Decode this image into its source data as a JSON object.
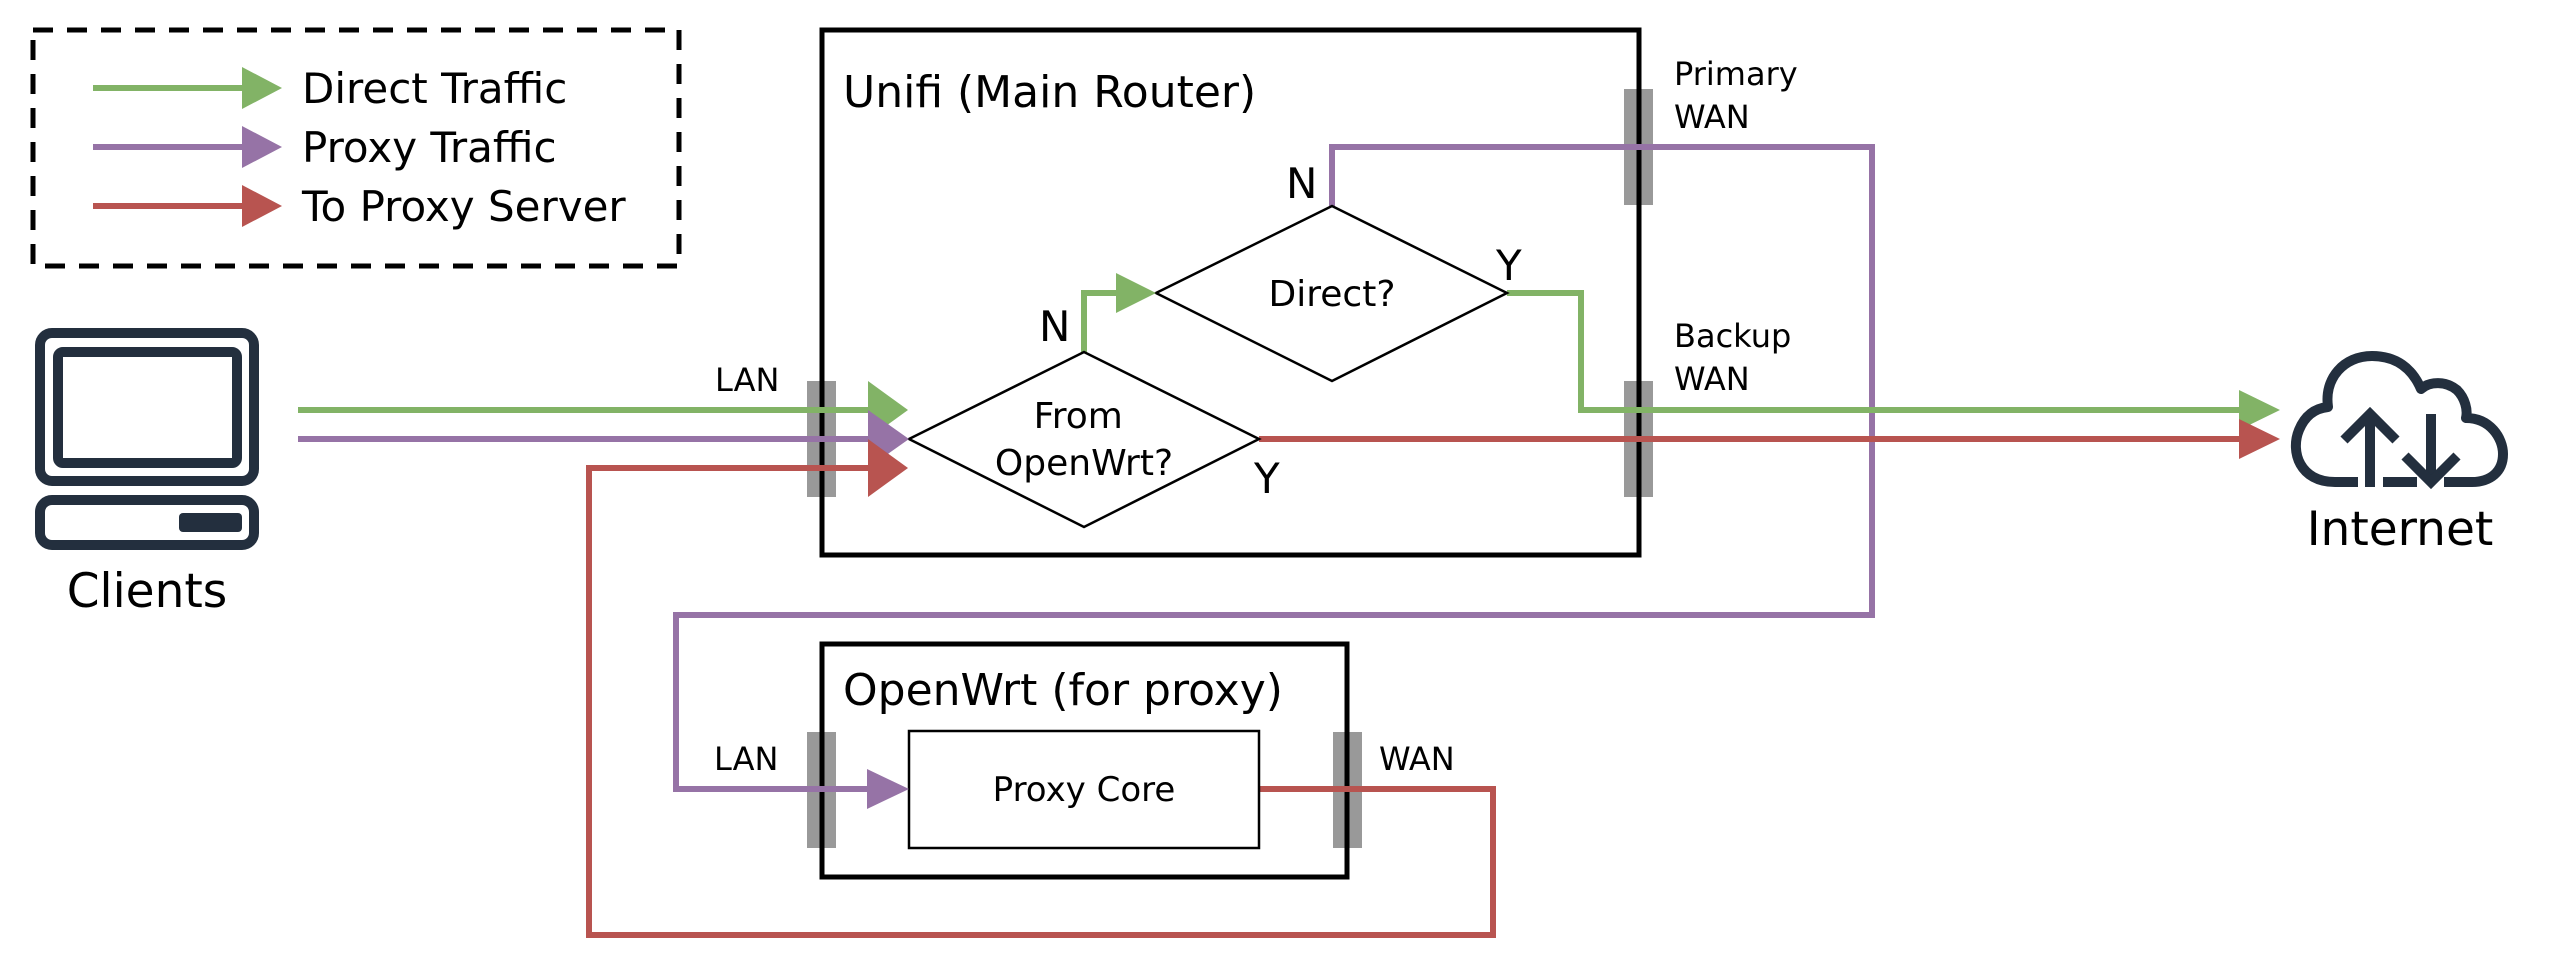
{
  "colors": {
    "direct": "#82B366",
    "proxy": "#9673A6",
    "to_proxy_server": "#B85450",
    "port": "#999999",
    "icon": "#232F3E",
    "line": "#000000"
  },
  "legend": {
    "items": [
      {
        "key": "direct",
        "label": "Direct Traffic"
      },
      {
        "key": "proxy",
        "label": "Proxy Traffic"
      },
      {
        "key": "to_proxy_server",
        "label": "To Proxy Server"
      }
    ]
  },
  "nodes": {
    "clients": {
      "label": "Clients",
      "icon": "desktop-computer-icon"
    },
    "internet": {
      "label": "Internet",
      "icon": "cloud-upload-download-icon"
    }
  },
  "unifi": {
    "title": "Unifi (Main Router)",
    "ports": {
      "lan": "LAN",
      "primary_wan": [
        "Primary",
        "WAN"
      ],
      "backup_wan": [
        "Backup",
        "WAN"
      ]
    },
    "decisions": {
      "from_openwrt": {
        "lines": [
          "From",
          "OpenWrt?"
        ],
        "no_label": "N",
        "yes_label": "Y"
      },
      "direct": {
        "label": "Direct?",
        "no_label": "N",
        "yes_label": "Y"
      }
    }
  },
  "openwrt": {
    "title": "OpenWrt (for proxy)",
    "core": "Proxy Core",
    "ports": {
      "lan": "LAN",
      "wan": "WAN"
    }
  }
}
